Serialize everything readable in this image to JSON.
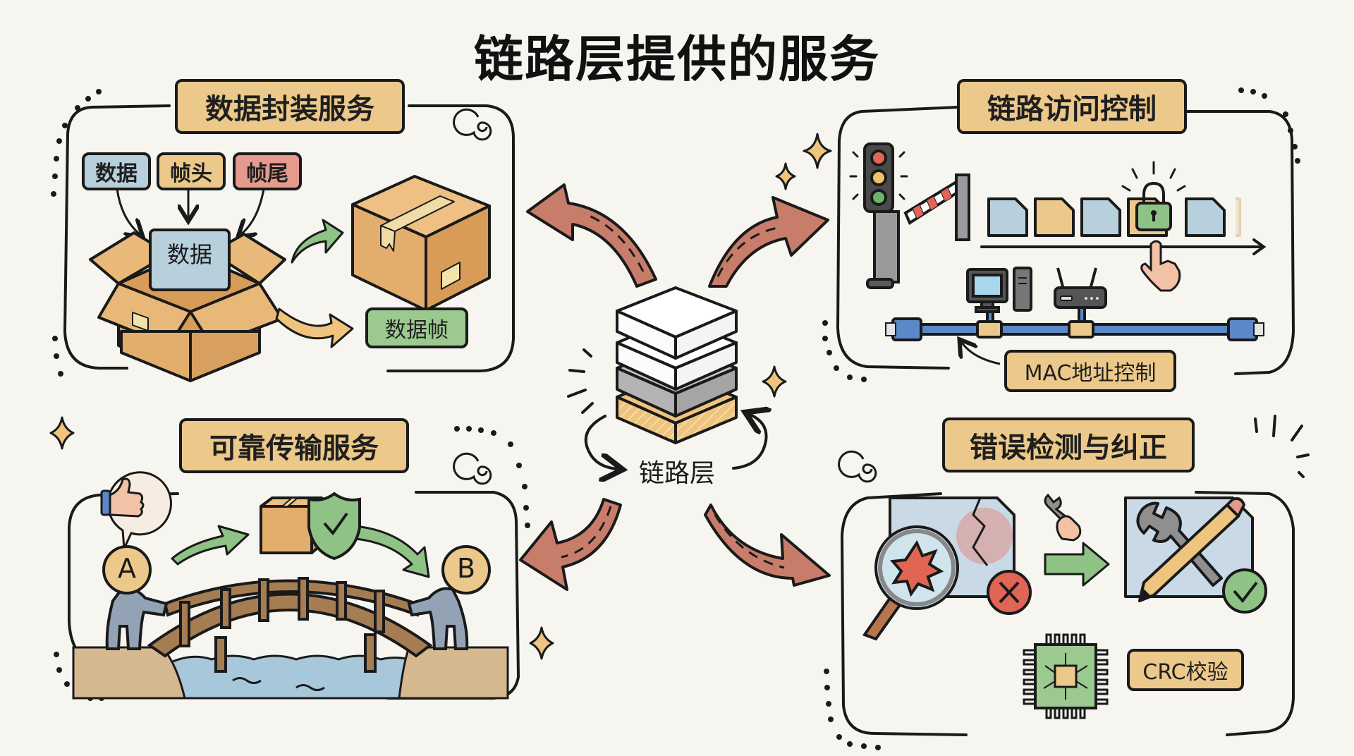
{
  "title": "链路层提供的服务",
  "center": {
    "label": "链路层",
    "layers": [
      "top-layer",
      "second-layer",
      "gray-layer",
      "link-layer-highlighted"
    ]
  },
  "panels": {
    "encapsulation": {
      "title": "数据封装服务",
      "parts": [
        "数据",
        "帧头",
        "帧尾"
      ],
      "inner_label": "数据",
      "result_label": "数据帧"
    },
    "access_control": {
      "title": "链路访问控制",
      "mac_label": "MAC地址控制"
    },
    "reliable": {
      "title": "可靠传输服务",
      "node_a": "A",
      "node_b": "B"
    },
    "error": {
      "title": "错误检测与纠正",
      "crc_label": "CRC校验"
    }
  },
  "colors": {
    "background": "#f6f5f0",
    "tag_yellow": "#ecc98a",
    "blue_tag": "#b8cfdc",
    "red_tag": "#e59a8e",
    "green_tag": "#9cc98f",
    "cardboard": "#e3ae6c",
    "arrow_brown": "#c77d6a",
    "green_arrow": "#8fc285"
  }
}
